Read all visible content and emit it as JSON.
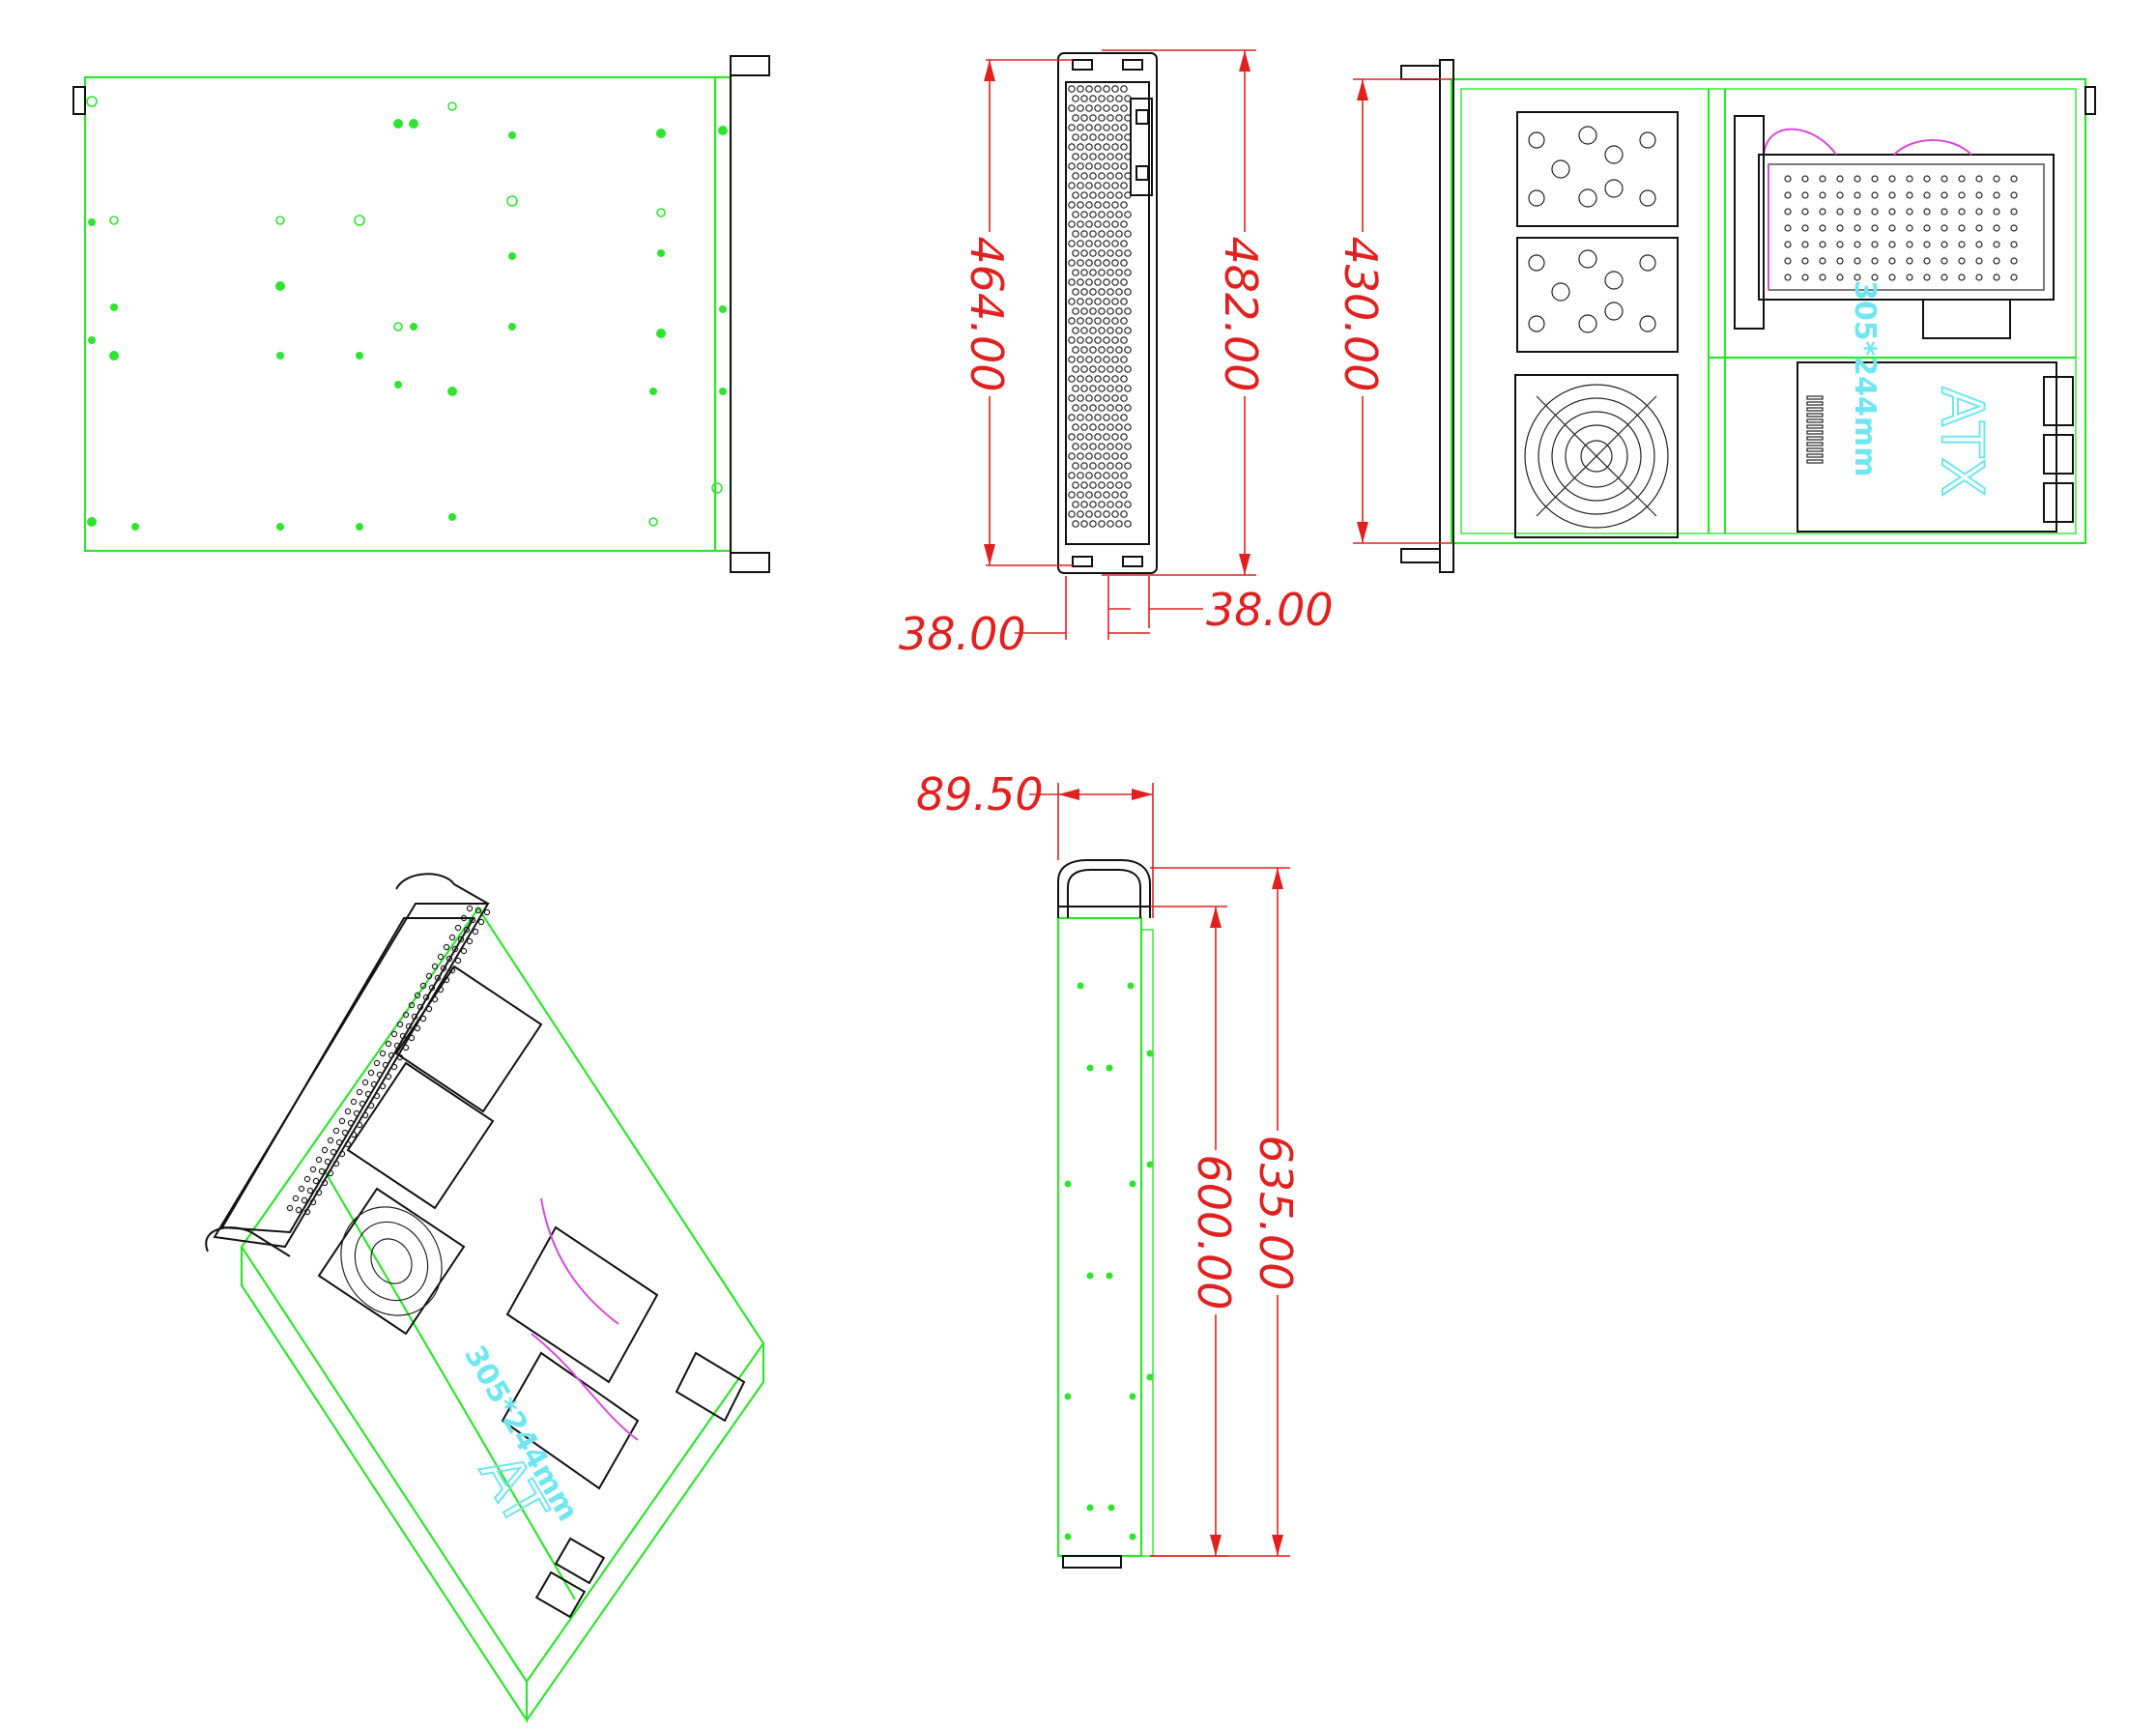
{
  "dimensions": {
    "front_panel_width": "464.00",
    "rack_width": "482.00",
    "body_width": "430.00",
    "handle_offset_left": "38.00",
    "handle_offset_right": "38.00",
    "side_height": "89.50",
    "body_depth": "600.00",
    "overall_depth": "635.00"
  },
  "labels": {
    "motherboard_form": "ATX",
    "motherboard_size_top": "305*244mm",
    "motherboard_size_iso": "305*244mm",
    "motherboard_form_iso": "AT"
  },
  "colors": {
    "outline": "#2ee52e",
    "dimension": "#e0211f",
    "component": "#111111",
    "cable": "#d84ad8",
    "label": "#6fe6f0"
  }
}
